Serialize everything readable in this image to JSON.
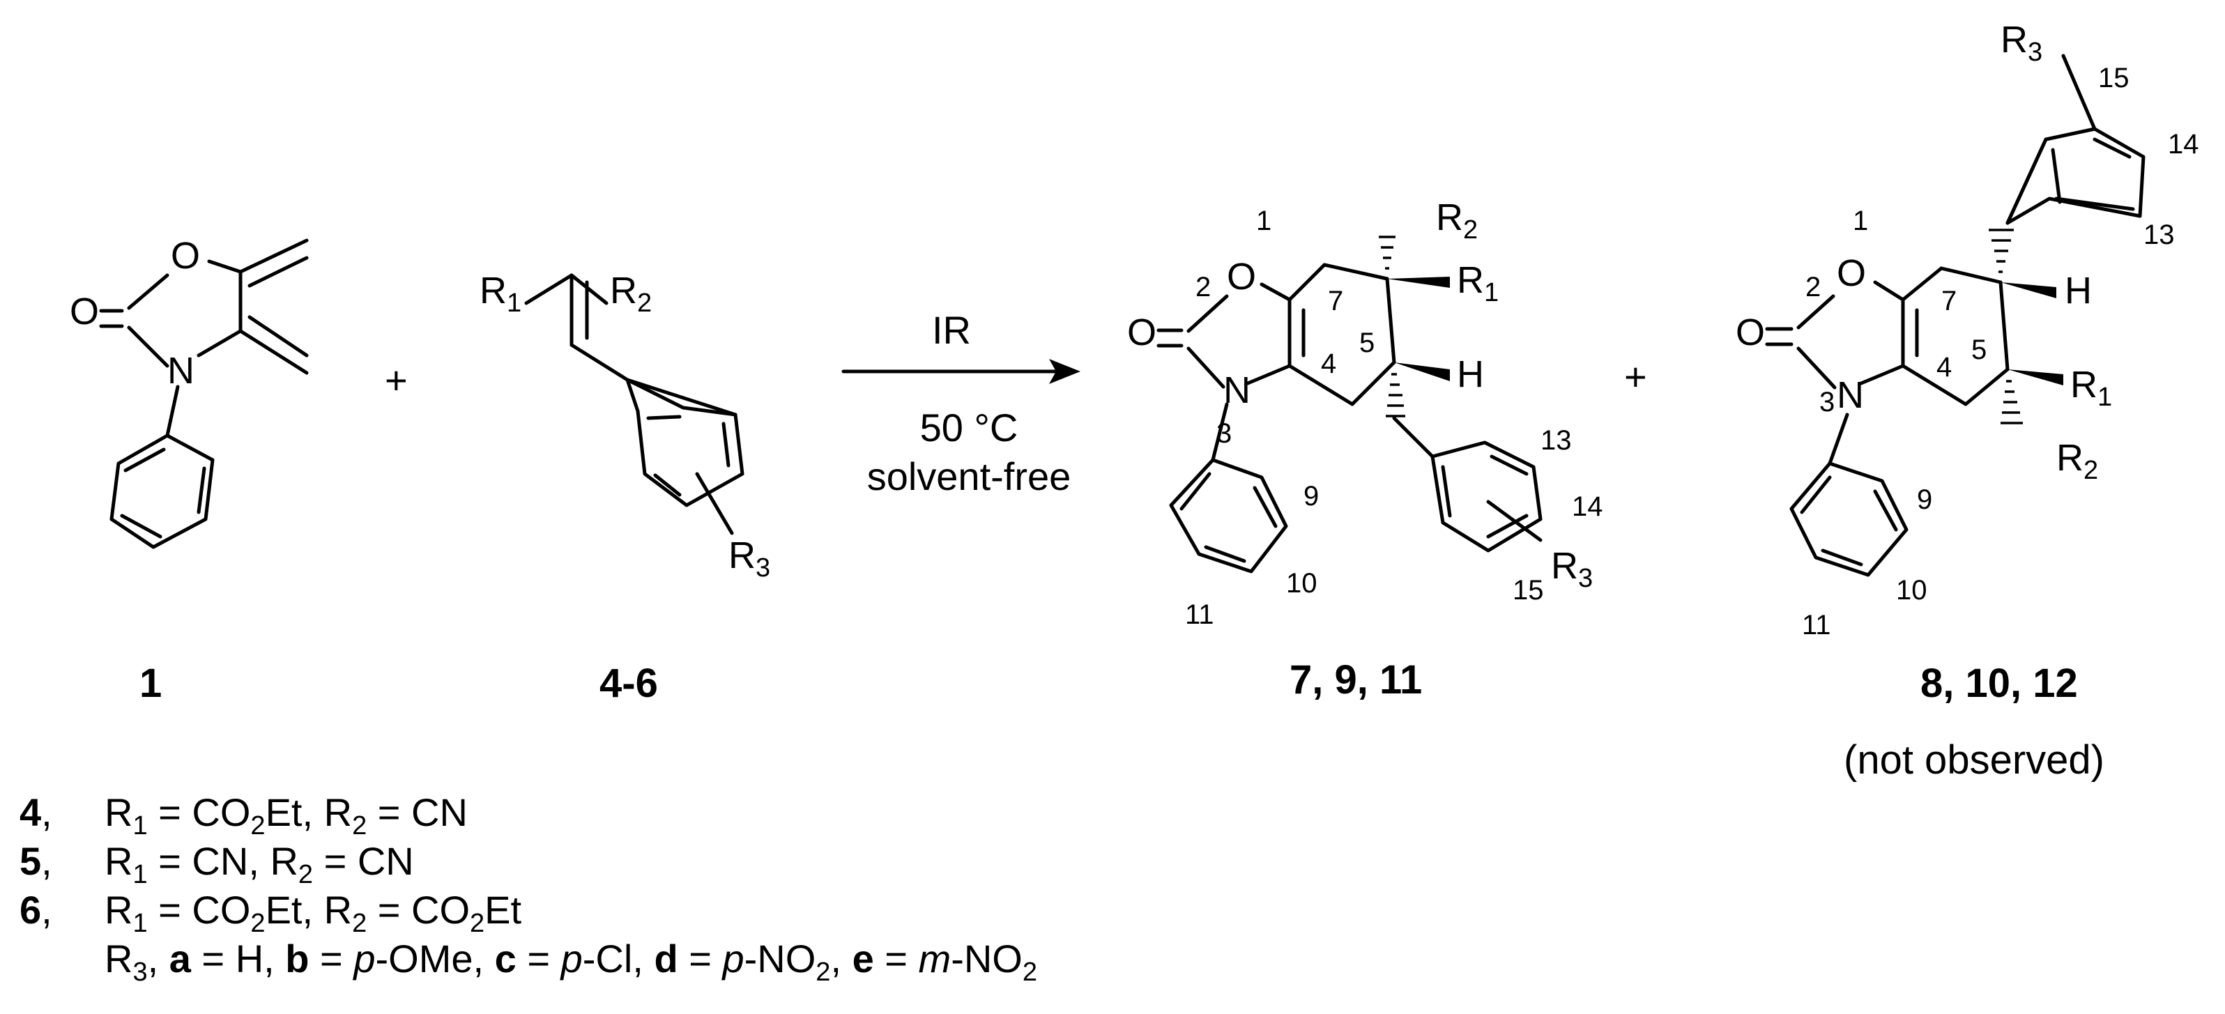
{
  "atoms": {
    "O": "O",
    "N": "N",
    "R": "R",
    "H": "H",
    "sub1": "1",
    "sub2": "2",
    "sub3": "3"
  },
  "positions": {
    "p1": "1",
    "p2": "2",
    "p3": "3",
    "p4": "4",
    "p5": "5",
    "p7": "7",
    "p9": "9",
    "p10": "10",
    "p11": "11",
    "p13": "13",
    "p14": "14",
    "p15": "15"
  },
  "plus": "+",
  "conditions": {
    "above": "IR",
    "temperature": "50 °C",
    "solvent": "solvent-free"
  },
  "compounds": {
    "diene": "1",
    "alkene": "4-6",
    "product_a": "7, 9, 11",
    "product_b": "8, 10, 12",
    "product_b_note": "(not observed)"
  },
  "legend": {
    "row4": {
      "id": "4",
      "r1": "CO",
      "r1_sub": "2",
      "r1_tail": "Et",
      "r2": "CN"
    },
    "row5": {
      "id": "5",
      "r1": "CN",
      "r2": "CN"
    },
    "row6": {
      "id": "6",
      "r1": "CO",
      "r1_sub": "2",
      "r1_tail": "Et",
      "r2": "CO",
      "r2_sub": "2",
      "r2_tail": "Et"
    },
    "row7": {
      "a": "a",
      "a_val": "H",
      "b": "b",
      "b_pre": "p",
      "b_val": "OMe",
      "c": "c",
      "c_pre": "p",
      "c_val": "Cl",
      "d": "d",
      "d_pre": "p",
      "d_val": "NO",
      "d_sub": "2",
      "e": "e",
      "e_pre": "m",
      "e_val": "NO",
      "e_sub": "2"
    }
  }
}
